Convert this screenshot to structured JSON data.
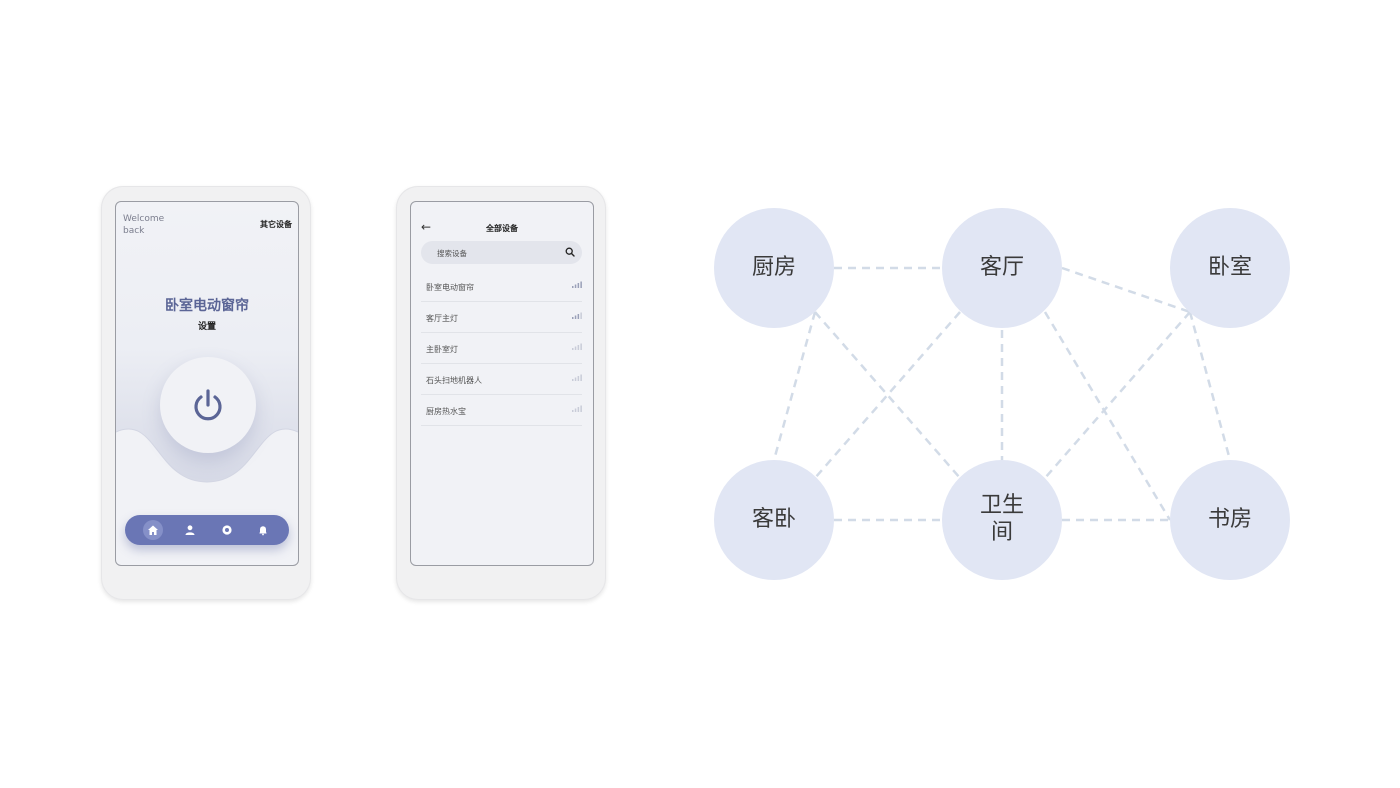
{
  "screen_main": {
    "welcome": "Welcome back",
    "other_devices": "其它设备",
    "device_title": "卧室电动窗帘",
    "device_subtitle": "设置",
    "nav_items": [
      "home-icon",
      "user-icon",
      "record-icon",
      "bell-icon"
    ]
  },
  "screen_list": {
    "title": "全部设备",
    "search_placeholder": "搜索设备",
    "devices": [
      "卧室电动窗帘",
      "客厅主灯",
      "主卧室灯",
      "石头扫地机器人",
      "厨房热水宝"
    ]
  },
  "rooms": {
    "kitchen": "厨房",
    "living": "客厅",
    "bedroom": "卧室",
    "guest": "客卧",
    "bathroom": "卫生间",
    "study": "书房"
  },
  "colors": {
    "accent": "#6a76b5",
    "title": "#5b6596",
    "room_fill": "#e1e6f4",
    "link": "#d2dbe7"
  }
}
